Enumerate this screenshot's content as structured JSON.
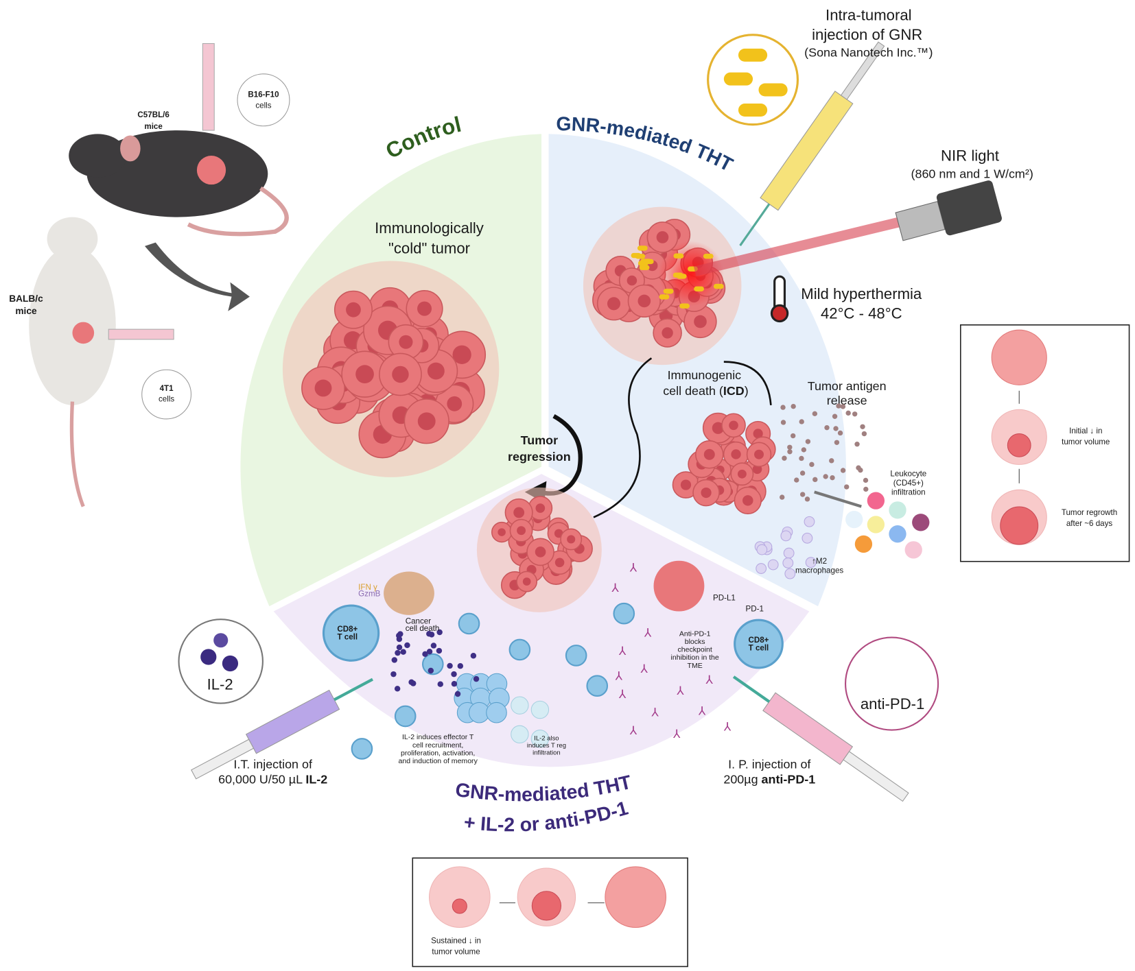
{
  "sections": {
    "control": {
      "title": "Control",
      "tumor_label_1": "Immunologically",
      "tumor_label_2": "\"cold\" tumor",
      "color": "#2e5e1e"
    },
    "tht": {
      "title": "GNR-mediated THT",
      "color": "#1f3f73"
    },
    "combo": {
      "title_1": "GNR-mediated THT",
      "title_2": "+ IL-2 or anti-PD-1",
      "color": "#3c2a7a"
    }
  },
  "mice": {
    "c57": {
      "label_1": "C57BL/6",
      "label_2": "mice",
      "cells_1": "B16-F10",
      "cells_2": "cells"
    },
    "balb": {
      "label_1": "BALB/c",
      "label_2": "mice",
      "cells_1": "4T1",
      "cells_2": "cells"
    }
  },
  "gnr_injection": {
    "line_1": "Intra-tumoral",
    "line_2": "injection of GNR",
    "line_3": "(Sona Nanotech Inc.™)"
  },
  "nir": {
    "line_1": "NIR light",
    "line_2": "(860 nm and 1 W/cm²)"
  },
  "hyperthermia": {
    "line_1": "Mild hyperthermia",
    "line_2": "42°C - 48°C",
    "icon": "thermometer-icon"
  },
  "icd": {
    "line_1": "Immunogenic",
    "line_2": "cell death (",
    "bold": "ICD",
    "close": ")"
  },
  "antigen": {
    "line_1": "Tumor antigen",
    "line_2": "release"
  },
  "leukocyte": {
    "line_1": "Leukocyte",
    "line_2": "(CD45+)",
    "line_3": "infiltration"
  },
  "m2": {
    "line_1": "↑M2",
    "line_2": "macrophages"
  },
  "regression": {
    "line_1": "Tumor",
    "line_2": "regression"
  },
  "right_box": {
    "initial_1": "Initial ↓ in",
    "initial_2": "tumor volume",
    "regrowth_1": "Tumor regrowth",
    "regrowth_2": "after ~6 days"
  },
  "bottom_box": {
    "sustained_1": "Sustained ↓ in",
    "sustained_2": "tumor volume"
  },
  "cells": {
    "cd8_1": "CD8+",
    "cd8_2": "T cell",
    "cancer_death_1": "Cancer",
    "cancer_death_2": "cell death",
    "ifn": "IFN γ",
    "gzmb": "GzmB",
    "pdl1": "PD-L1",
    "pd1": "PD-1"
  },
  "anti_pd1_note": [
    "Anti-PD-1",
    "blocks",
    "checkpoint",
    "inhibition in the",
    "TME"
  ],
  "il2_note": [
    "IL-2 induces effector T",
    "cell recruitment,",
    "proliferation, activation,",
    "and induction of memory"
  ],
  "treg_note": [
    "IL-2 also",
    "induces T reg",
    "infiltration"
  ],
  "il2_injection": {
    "bubble": "IL-2",
    "line_1": "I.T. injection of",
    "line_2": "60,000 U/50 µL ",
    "bold": "IL-2"
  },
  "pd1_injection": {
    "bubble": "anti-PD-1",
    "line_1": "I. P. injection of",
    "line_2": "200µg ",
    "bold": "anti-PD-1"
  },
  "colors": {
    "control_bg": "#e9f6e1",
    "tht_bg": "#e6effa",
    "combo_bg": "#f1e9f8",
    "tumor": "#e8777a",
    "gnr": "#f2c21b",
    "laser": "#d84050"
  }
}
